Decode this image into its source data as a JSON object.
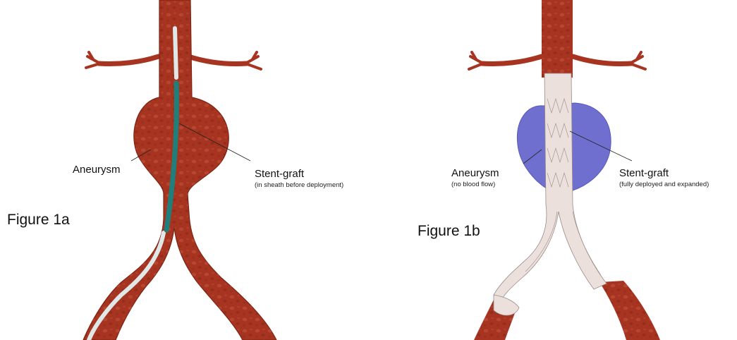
{
  "figure_1a": {
    "caption": "Figure 1a",
    "aneurysm_label": "Aneurysm",
    "stent_graft_label": "Stent-graft",
    "stent_graft_note": "(in sheath before deployment)"
  },
  "figure_1b": {
    "caption": "Figure 1b",
    "aneurysm_label": "Aneurysm",
    "aneurysm_note": "(no blood flow)",
    "stent_graft_label": "Stent-graft",
    "stent_graft_note": "(fully deployed and expanded)"
  },
  "colors": {
    "artery": "#a63420",
    "artery_dark": "#7e2414",
    "artery_light": "#c0553c",
    "sheath": "#1f7f7a",
    "guidewire": "#dfe7e7",
    "excluded_sac": "#6f6fcf",
    "graft": "#ece0dc",
    "graft_wire": "#9a8a88"
  }
}
